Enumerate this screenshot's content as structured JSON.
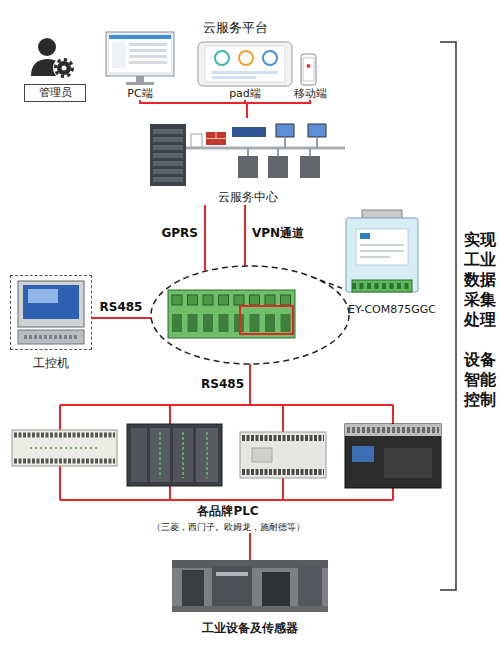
{
  "diagram": {
    "nodes": [
      {
        "text": [
          "管理员"
        ]
      },
      {
        "text": [
          "PC端"
        ]
      },
      {
        "text": [
          "pad端"
        ]
      },
      {
        "text": [
          "移动端"
        ]
      },
      {
        "text": [
          "云服务中心"
        ]
      },
      {
        "text": [
          "EY-COM875GGC"
        ]
      },
      {
        "text": [
          "工控机"
        ]
      },
      {
        "text": [
          "各品牌PLC",
          "（三菱，西门子。欧姆龙，施耐德等）"
        ]
      },
      {
        "text": [
          "工业设备及传感器"
        ]
      }
    ],
    "edges": [
      {
        "from": 1,
        "to": 4,
        "arrow": "none"
      },
      {
        "from": 2,
        "to": 4,
        "arrow": "none"
      },
      {
        "from": 3,
        "to": 4,
        "arrow": "none"
      },
      {
        "from": 4,
        "to": 5,
        "label": "GPRS",
        "arrow": "none"
      },
      {
        "from": 4,
        "to": 5,
        "label": "VPN通道",
        "arrow": "none"
      },
      {
        "from": 6,
        "to": 5,
        "label": "RS485",
        "arrow": "none"
      },
      {
        "from": 5,
        "to": 7,
        "label": "RS485",
        "arrow": "none"
      },
      {
        "from": 7,
        "to": 8,
        "arrow": "none"
      }
    ],
    "labels": [
      "云服务平台",
      "实现工业数据采集处理",
      "设备智能控制"
    ]
  }
}
